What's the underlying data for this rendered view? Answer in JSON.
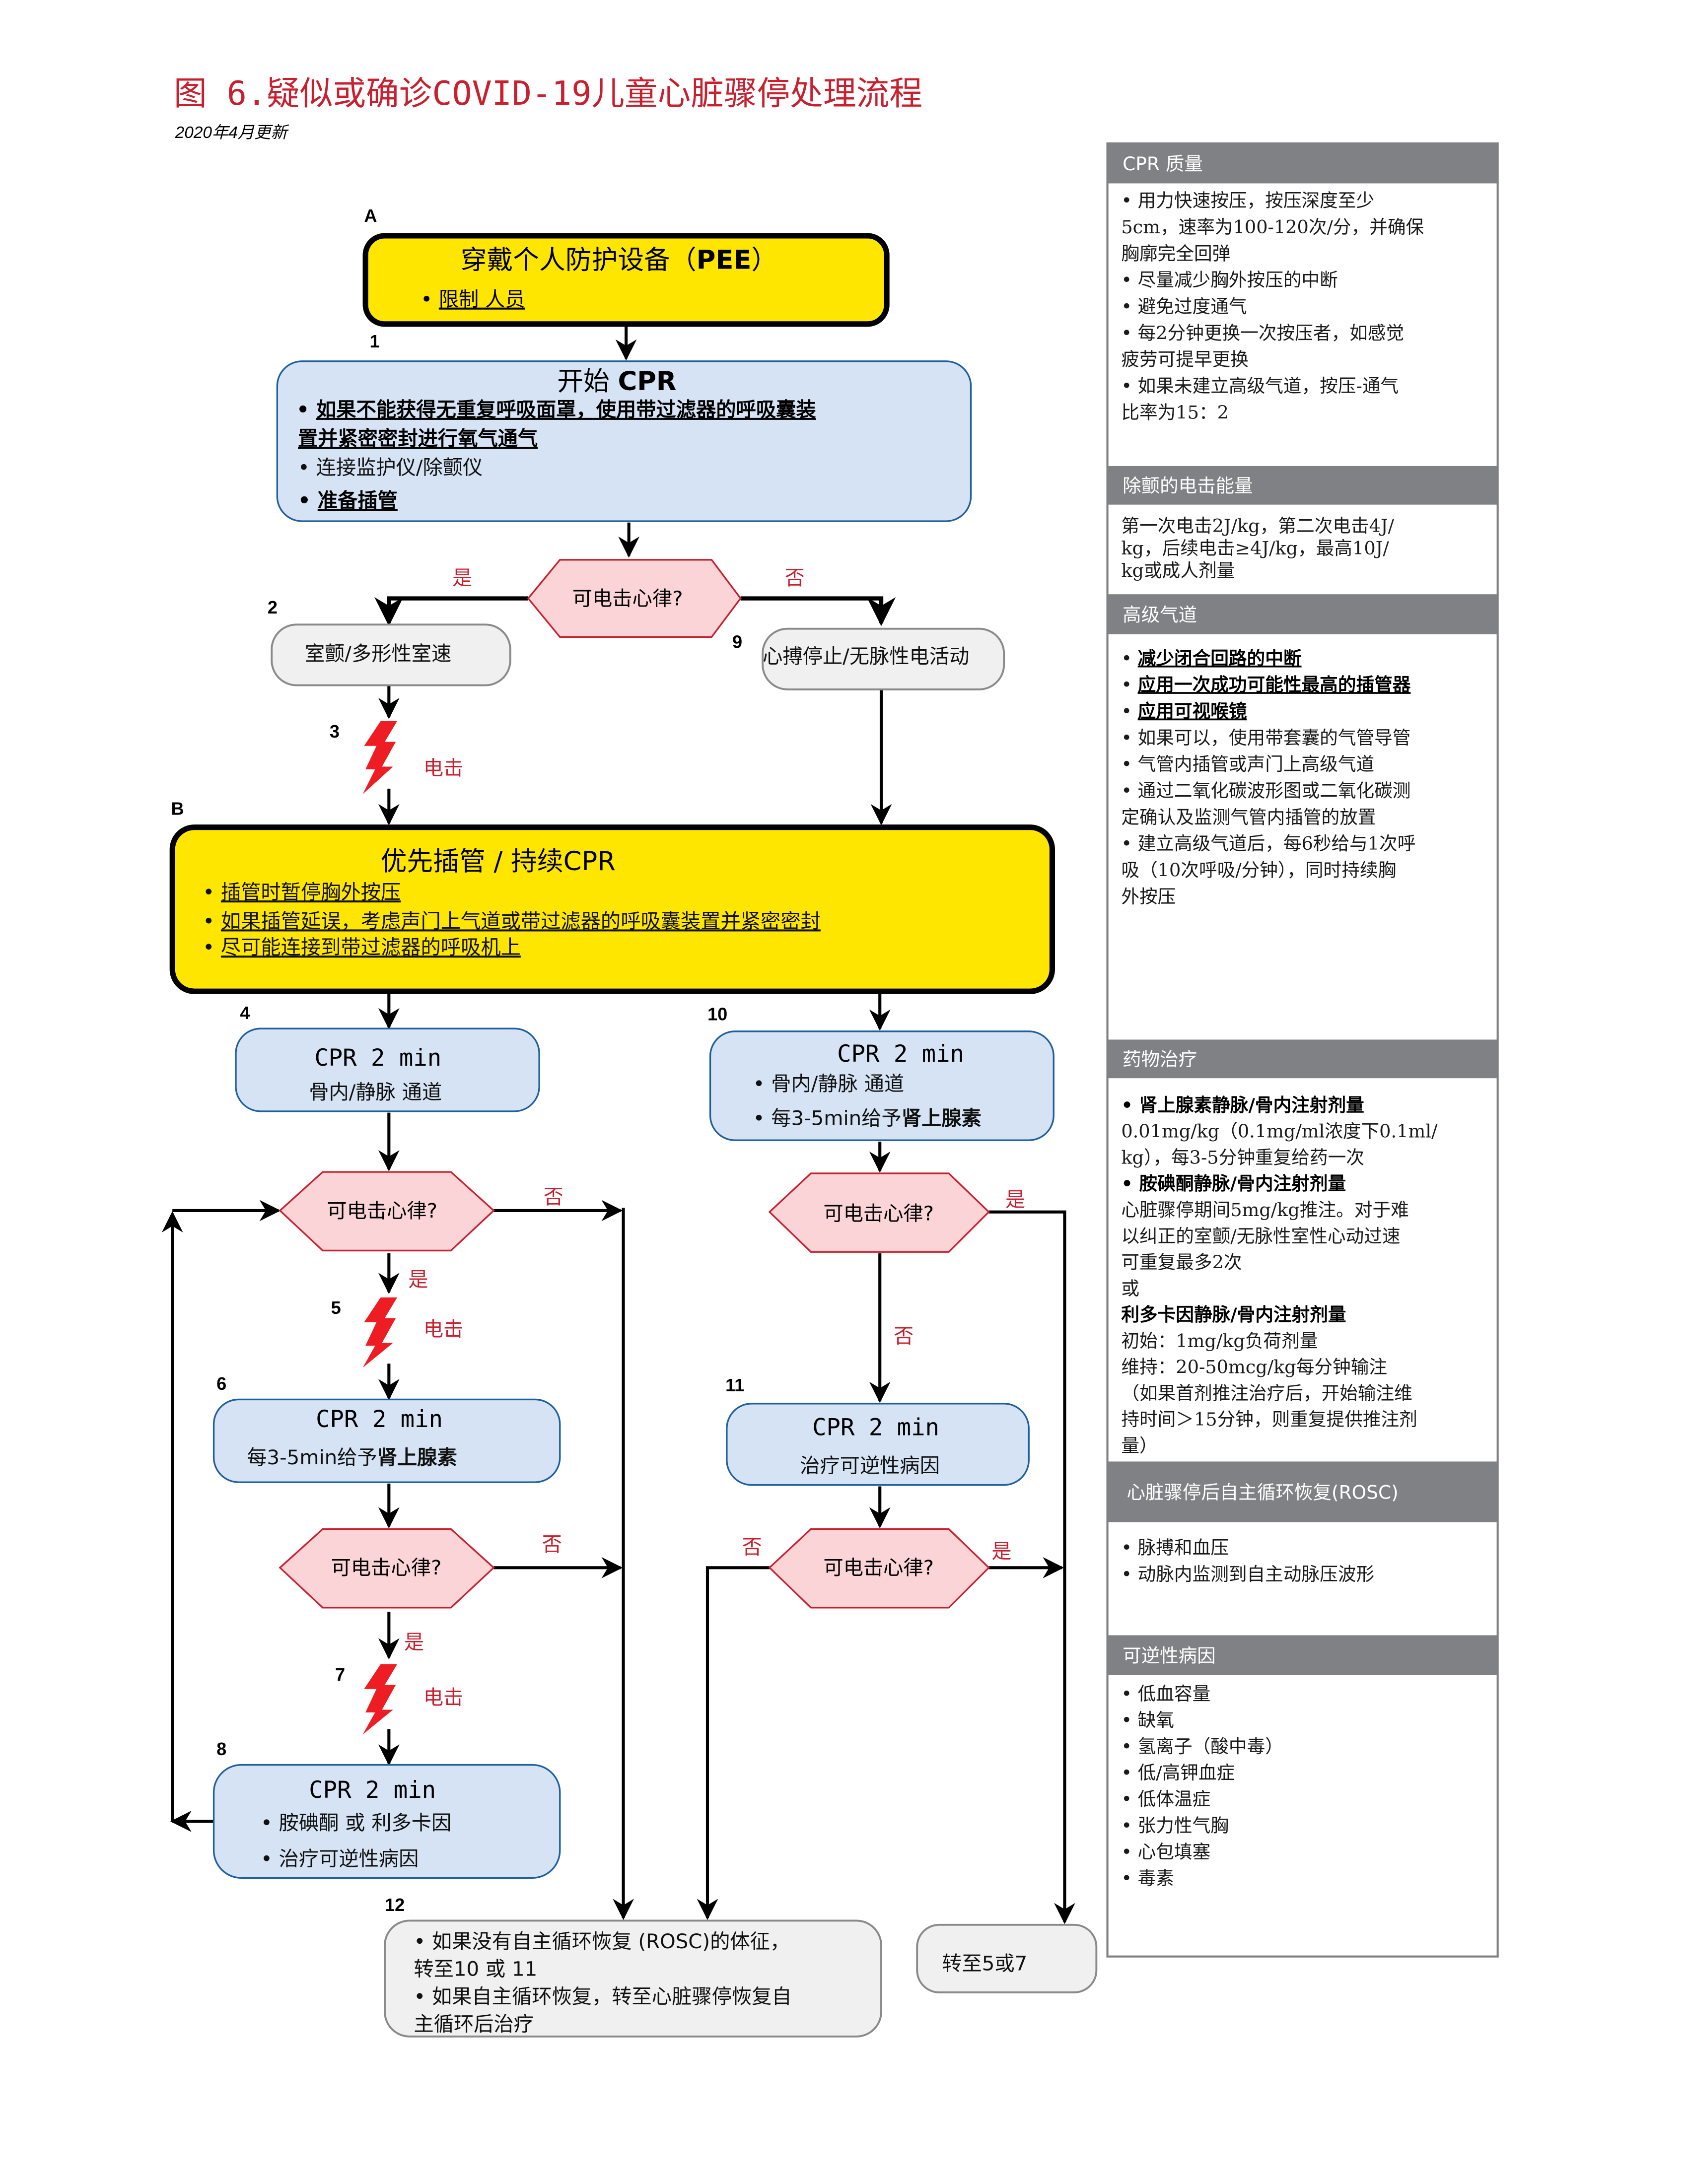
{
  "header": {
    "title": "图 6.疑似或确诊COVID-19儿童心脏骤停处理流程",
    "updated": "2020年4月更新"
  },
  "colors": {
    "title_red": "#C8202F",
    "yellow": "#FFE600",
    "blue_fill": "#D5E3F5",
    "blue_border": "#1F5F9E",
    "hex_fill": "#FAD4D6",
    "hex_border": "#C8202F",
    "bolt_red": "#EE1D24",
    "sidebar_header": "#808184",
    "gray_box": "#F0F0F0"
  },
  "flow": {
    "markers": {
      "A": "A",
      "B": "B",
      "n1": "1",
      "n2": "2",
      "n3": "3",
      "n4": "4",
      "n5": "5",
      "n6": "6",
      "n7": "7",
      "n8": "8",
      "n9": "9",
      "n10": "10",
      "n11": "11",
      "n12": "12"
    },
    "box_a": {
      "title_cn": "穿戴个人防护设备（",
      "title_bold": "PEE",
      "title_end": "）",
      "item": "限制 人员"
    },
    "box_1": {
      "title_cn": "开始 ",
      "title_bold": "CPR",
      "items": [
        "如果不能获得无重复呼吸面罩，使用带过滤器的呼吸囊装",
        "置并紧密密封进行氧气通气",
        "连接监护仪/除颤仪",
        "准备插管"
      ]
    },
    "decision_label": "可电击心律?",
    "yes": "是",
    "no": "否",
    "shock": "电击",
    "box_2": "室颤/多形性室速",
    "box_9": "心搏停止/无脉性电活动",
    "box_b": {
      "title": "优先插管 / 持续CPR",
      "items": [
        "插管时暂停胸外按压",
        "如果插管延误，考虑声门上气道或带过滤器的呼吸囊装置并紧密密封",
        "尽可能连接到带过滤器的呼吸机上"
      ]
    },
    "box_4": {
      "title": "CPR 2 min",
      "text": "骨内/静脉 通道"
    },
    "box_10": {
      "title": "CPR 2 min",
      "items": [
        "骨内/静脉 通道",
        "每3-5min给予",
        "肾上腺素"
      ]
    },
    "box_6": {
      "title": "CPR 2 min",
      "text": "每3-5min给予",
      "text_bold": "肾上腺素"
    },
    "box_8": {
      "title": "CPR 2 min",
      "items": [
        "胺碘酮 或 利多卡因",
        "治疗可逆性病因"
      ]
    },
    "box_11": {
      "title": "CPR 2 min",
      "text": "治疗可逆性病因"
    },
    "box_12": {
      "lines": [
        "• 如果没有自主循环恢复 (ROSC)的体征，",
        "转至10 或 11",
        "• 如果自主循环恢复，转至心脏骤停恢复自",
        "主循环后治疗"
      ]
    },
    "box_goto": "转至5或7"
  },
  "sidebar": {
    "sections": [
      {
        "header": "CPR 质量",
        "lines": [
          {
            "t": "• 用力快速按压，按压深度至少",
            "s": "n"
          },
          {
            "t": "5cm，速率为100-120次/分，并确保",
            "s": "n"
          },
          {
            "t": "胸廓完全回弹",
            "s": "n"
          },
          {
            "t": "• 尽量减少胸外按压的中断",
            "s": "n"
          },
          {
            "t": "• 避免过度通气",
            "s": "n"
          },
          {
            "t": "• 每2分钟更换一次按压者，如感觉",
            "s": "n"
          },
          {
            "t": "疲劳可提早更换",
            "s": "n"
          },
          {
            "t": "• 如果未建立高级气道，按压-通气",
            "s": "n"
          },
          {
            "t": "比率为15：2",
            "s": "n"
          }
        ]
      },
      {
        "header": "除颤的电击能量",
        "lines": [
          {
            "t": "第一次电击2J/kg，第二次电击4J/",
            "s": "n"
          },
          {
            "t": "kg，后续电击≥4J/kg，最高10J/",
            "s": "n"
          },
          {
            "t": "kg或成人剂量",
            "s": "n"
          }
        ]
      },
      {
        "header": "高级气道",
        "lines": [
          {
            "t": "减少闭合回路的中断",
            "s": "u"
          },
          {
            "t": "应用一次成功可能性最高的插管器",
            "s": "u"
          },
          {
            "t": "应用可视喉镜",
            "s": "u"
          },
          {
            "t": "• 如果可以，使用带套囊的气管导管",
            "s": "n"
          },
          {
            "t": "• 气管内插管或声门上高级气道",
            "s": "n"
          },
          {
            "t": "• 通过二氧化碳波形图或二氧化碳测",
            "s": "n"
          },
          {
            "t": "定确认及监测气管内插管的放置",
            "s": "n"
          },
          {
            "t": "• 建立高级气道后，每6秒给与1次呼",
            "s": "n"
          },
          {
            "t": "吸（10次呼吸/分钟），同时持续胸",
            "s": "n"
          },
          {
            "t": "外按压",
            "s": "n"
          }
        ]
      },
      {
        "header": "药物治疗",
        "lines": [
          {
            "t": "• 肾上腺素静脉/骨内注射剂量",
            "s": "b"
          },
          {
            "t": "0.01mg/kg（0.1mg/ml浓度下0.1ml/",
            "s": "n"
          },
          {
            "t": "kg），每3-5分钟重复给药一次",
            "s": "n"
          },
          {
            "t": "• 胺碘酮静脉/骨内注射剂量",
            "s": "b"
          },
          {
            "t": "   心脏骤停期间5mg/kg推注。对于难",
            "s": "n"
          },
          {
            "t": "以纠正的室颤/无脉性室性心动过速",
            "s": "n"
          },
          {
            "t": "可重复最多2次",
            "s": "n"
          },
          {
            "t": "   或",
            "s": "n"
          },
          {
            "t": "   利多卡因静脉/骨内注射剂量",
            "s": "b"
          },
          {
            "t": "   初始：1mg/kg负荷剂量",
            "s": "n"
          },
          {
            "t": "   维持：20-50mcg/kg每分钟输注",
            "s": "n"
          },
          {
            "t": "（如果首剂推注治疗后，开始输注维",
            "s": "n"
          },
          {
            "t": "持时间＞15分钟，则重复提供推注剂",
            "s": "n"
          },
          {
            "t": "量）",
            "s": "n"
          }
        ]
      },
      {
        "header": "心脏骤停后自主循环恢复(ROSC)",
        "lines": [
          {
            "t": " • 脉搏和血压",
            "s": "n"
          },
          {
            "t": " • 动脉内监测到自主动脉压波形",
            "s": "n"
          }
        ]
      },
      {
        "header": "可逆性病因",
        "lines": [
          {
            "t": "• 低血容量",
            "s": "n"
          },
          {
            "t": "• 缺氧",
            "s": "n"
          },
          {
            "t": "• 氢离子（酸中毒）",
            "s": "n"
          },
          {
            "t": "• 低/高钾血症",
            "s": "n"
          },
          {
            "t": "• 低体温症",
            "s": "n"
          },
          {
            "t": "• 张力性气胸",
            "s": "n"
          },
          {
            "t": "• 心包填塞",
            "s": "n"
          },
          {
            "t": "• 毒素",
            "s": "n"
          }
        ]
      }
    ]
  }
}
